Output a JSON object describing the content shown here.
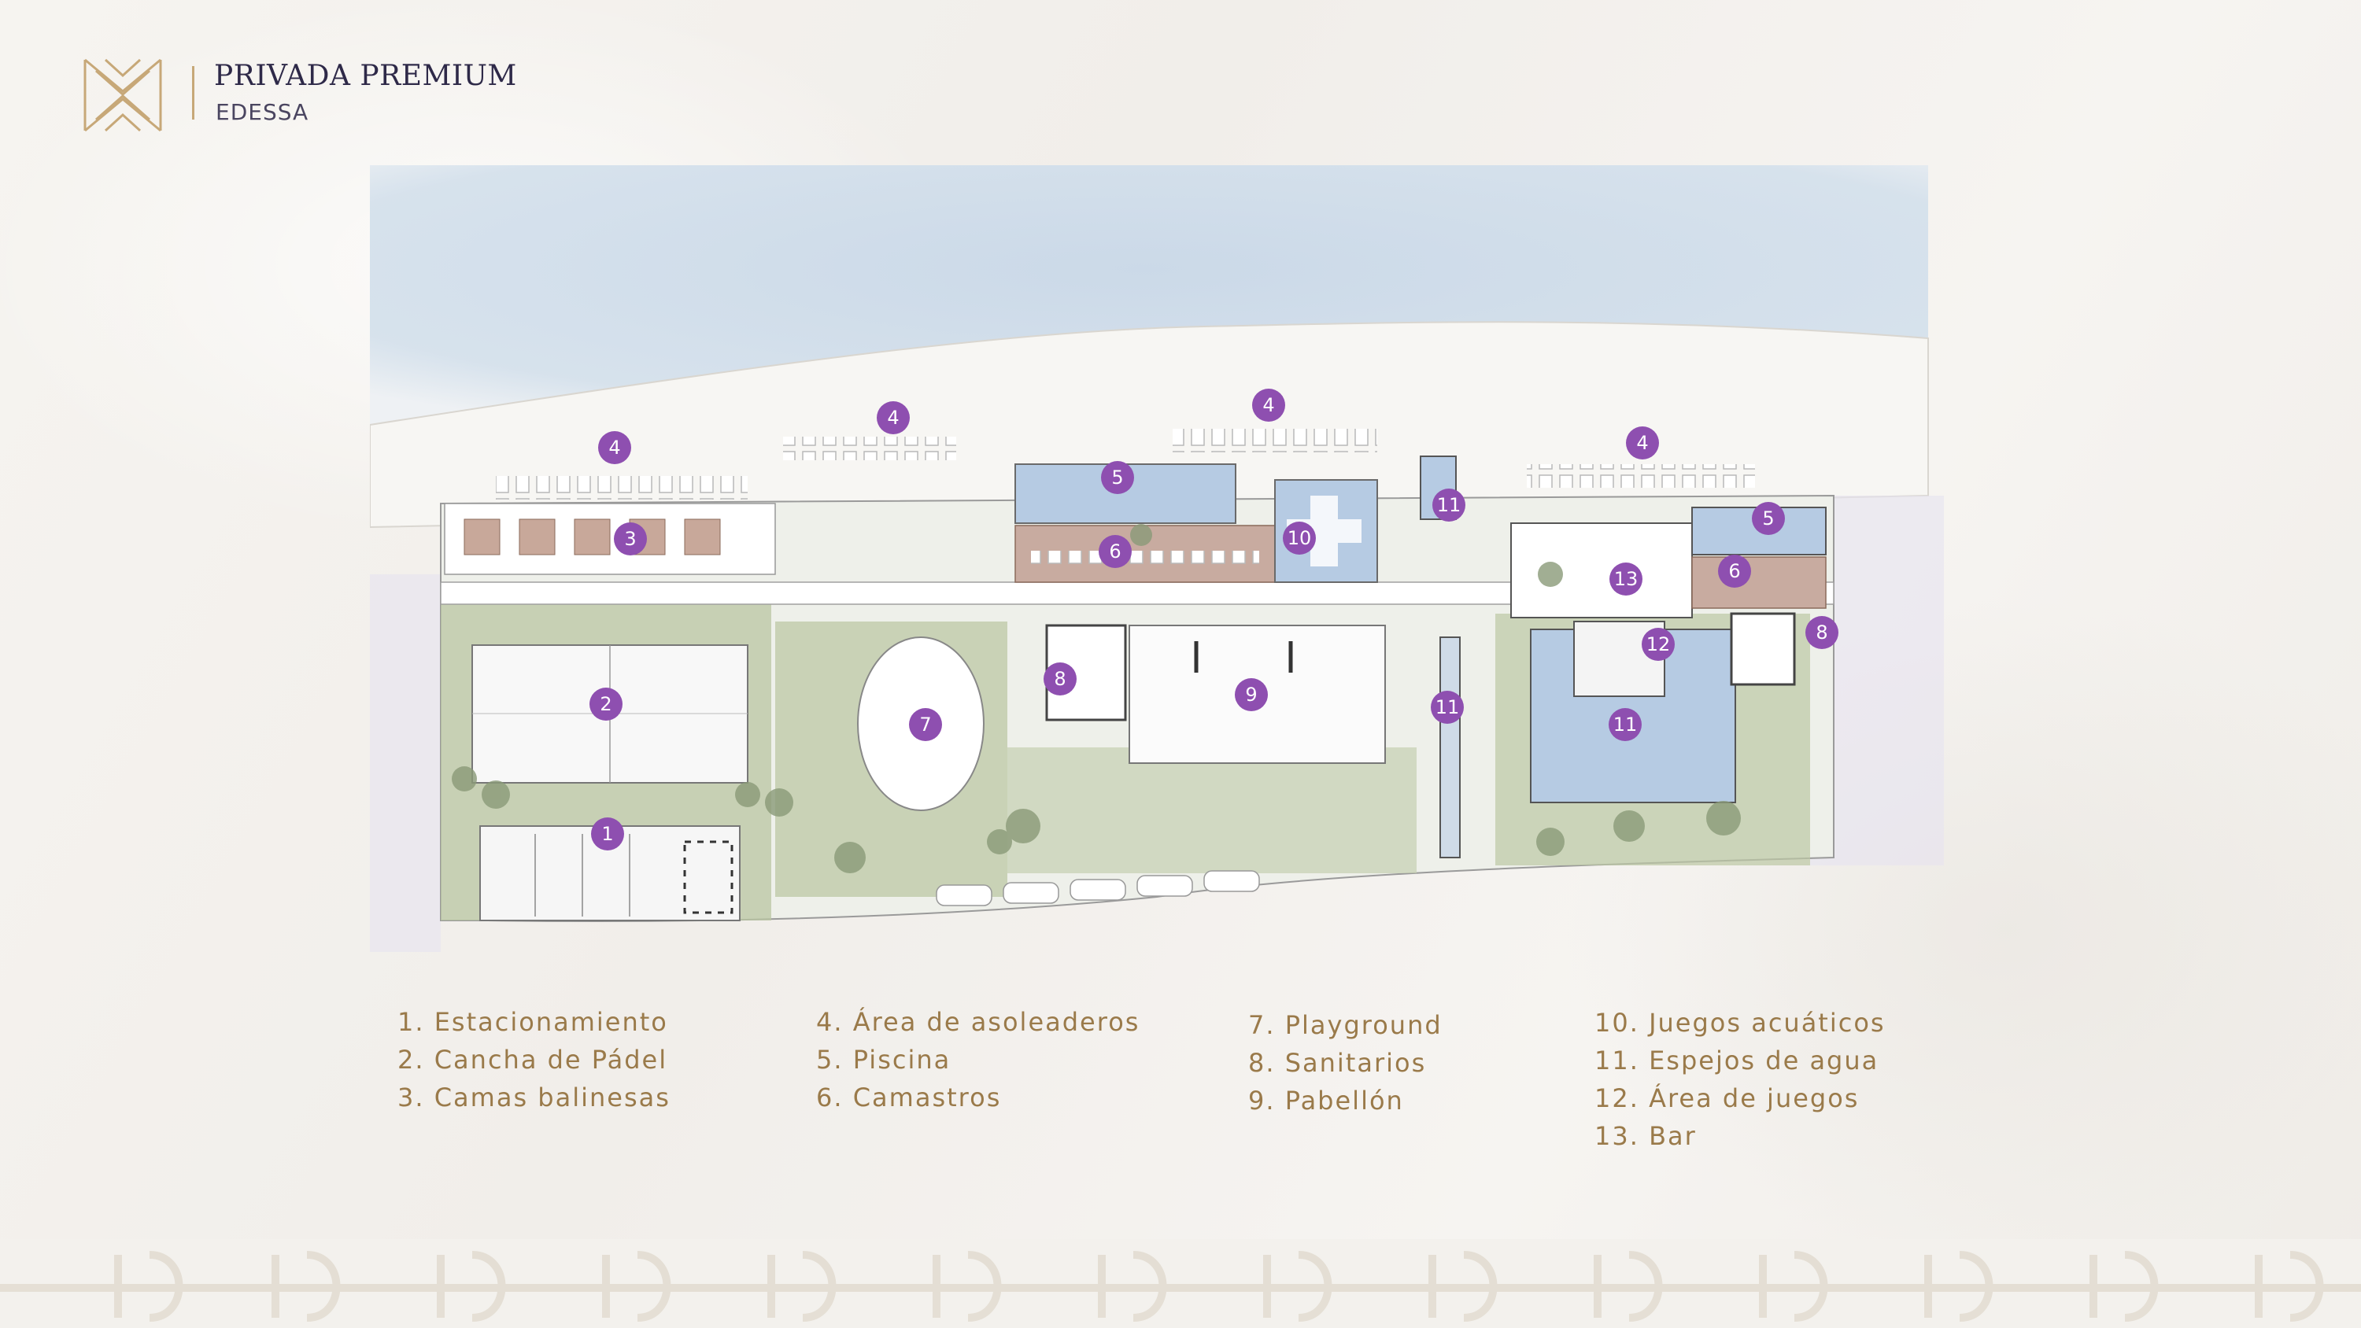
{
  "header": {
    "title": "PRIVADA PREMIUM",
    "subtitle": "EDESSA"
  },
  "markers": [
    {
      "label": "1"
    },
    {
      "label": "2"
    },
    {
      "label": "3"
    },
    {
      "label": "4"
    },
    {
      "label": "4"
    },
    {
      "label": "4"
    },
    {
      "label": "4"
    },
    {
      "label": "5"
    },
    {
      "label": "5"
    },
    {
      "label": "6"
    },
    {
      "label": "6"
    },
    {
      "label": "7"
    },
    {
      "label": "8"
    },
    {
      "label": "8"
    },
    {
      "label": "9"
    },
    {
      "label": "10"
    },
    {
      "label": "11"
    },
    {
      "label": "11"
    },
    {
      "label": "11"
    },
    {
      "label": "12"
    },
    {
      "label": "13"
    }
  ],
  "legend": {
    "col1": [
      "1. Estacionamiento",
      "2. Cancha de Pádel",
      "3. Camas balinesas"
    ],
    "col2": [
      "4. Área de asoleaderos",
      "5. Piscina",
      "6. Camastros"
    ],
    "col3": [
      "7. Playground",
      "8. Sanitarios",
      "9. Pabellón"
    ],
    "col4": [
      "10. Juegos acuáticos",
      "11. Espejos de agua",
      "12. Área de juegos",
      "13. Bar"
    ]
  },
  "colors": {
    "marker": "#8e4fb0",
    "gold": "#9a7a4a",
    "navy": "#2e2948",
    "water": "#cfdcea",
    "green": "#b8c4a0"
  }
}
